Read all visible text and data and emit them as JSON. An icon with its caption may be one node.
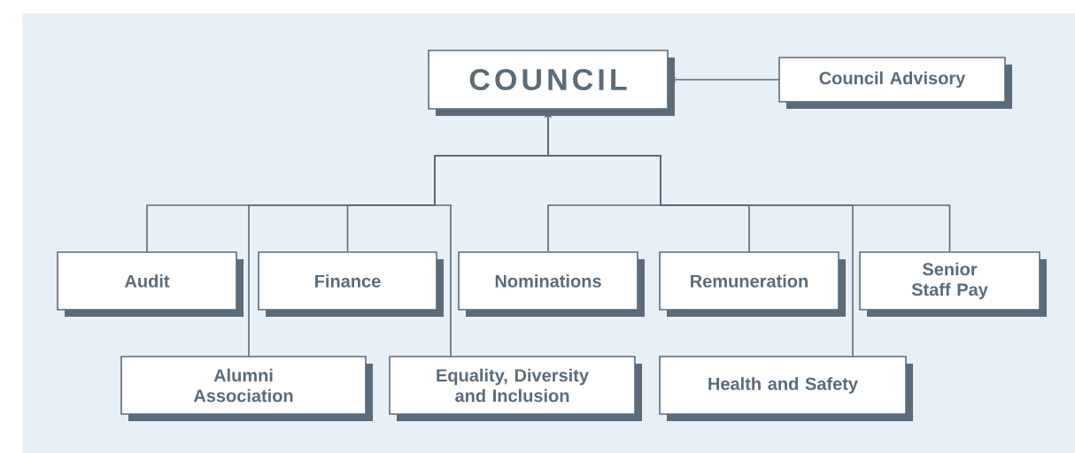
{
  "diagram": {
    "nodes": [
      {
        "text": [
          "COUNCIL"
        ]
      },
      {
        "text": [
          "Council Advisory"
        ]
      },
      {
        "text": [
          "Audit"
        ]
      },
      {
        "text": [
          "Finance"
        ]
      },
      {
        "text": [
          "Nominations"
        ]
      },
      {
        "text": [
          "Remuneration"
        ]
      },
      {
        "text": [
          "Senior Staff Pay"
        ]
      },
      {
        "text": [
          "Alumni Association"
        ]
      },
      {
        "text": [
          "Equality, Diversity and Inclusion"
        ]
      },
      {
        "text": [
          "Health and Safety"
        ]
      }
    ],
    "edges": [
      {
        "from": 1,
        "to": 0,
        "arrow": "to"
      },
      {
        "from": 2,
        "to": 0,
        "arrow": "to"
      },
      {
        "from": 3,
        "to": 0,
        "arrow": "to"
      },
      {
        "from": 4,
        "to": 0,
        "arrow": "to"
      },
      {
        "from": 5,
        "to": 0,
        "arrow": "to"
      },
      {
        "from": 6,
        "to": 0,
        "arrow": "to"
      },
      {
        "from": 7,
        "to": 0,
        "arrow": "to"
      },
      {
        "from": 8,
        "to": 0,
        "arrow": "to"
      },
      {
        "from": 9,
        "to": 0,
        "arrow": "to"
      }
    ]
  }
}
